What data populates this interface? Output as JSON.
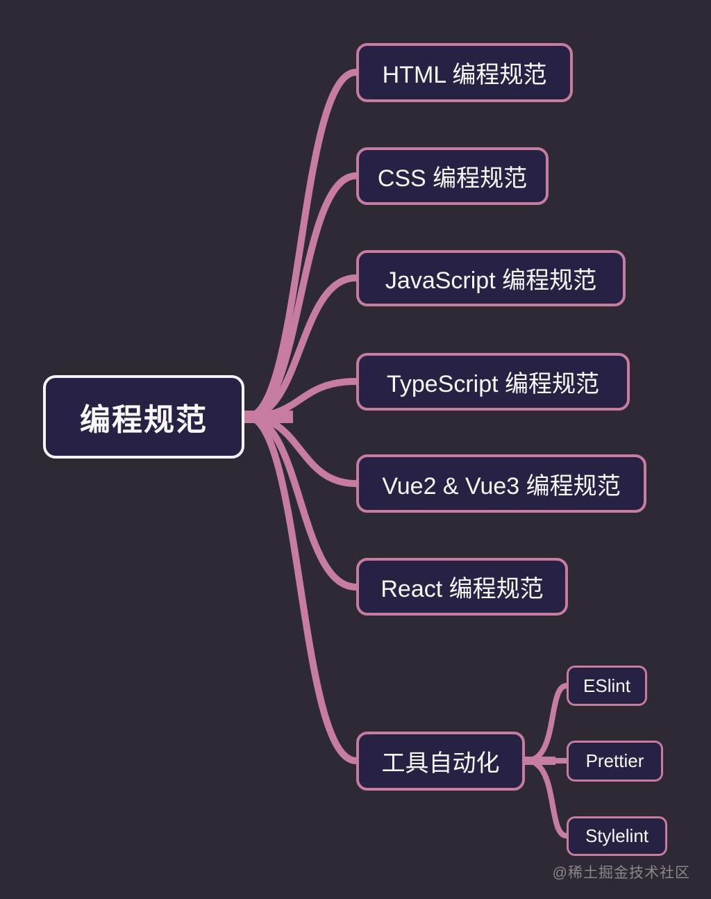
{
  "mindmap": {
    "root": {
      "label": "编程规范"
    },
    "branches": [
      {
        "label": "HTML 编程规范"
      },
      {
        "label": "CSS 编程规范"
      },
      {
        "label": "JavaScript 编程规范"
      },
      {
        "label": "TypeScript 编程规范"
      },
      {
        "label": "Vue2 & Vue3 编程规范"
      },
      {
        "label": "React 编程规范"
      },
      {
        "label": "工具自动化",
        "children": [
          {
            "label": "ESlint"
          },
          {
            "label": "Prettier"
          },
          {
            "label": "Stylelint"
          }
        ]
      }
    ]
  },
  "watermark": "@稀土掘金技术社区",
  "colors": {
    "background": "#2e2a34",
    "node_fill": "#272144",
    "branch_line": "#c67d9f",
    "root_border": "#f7f5f9",
    "text": "#faf8fc",
    "watermark_text": "#8a878d"
  }
}
